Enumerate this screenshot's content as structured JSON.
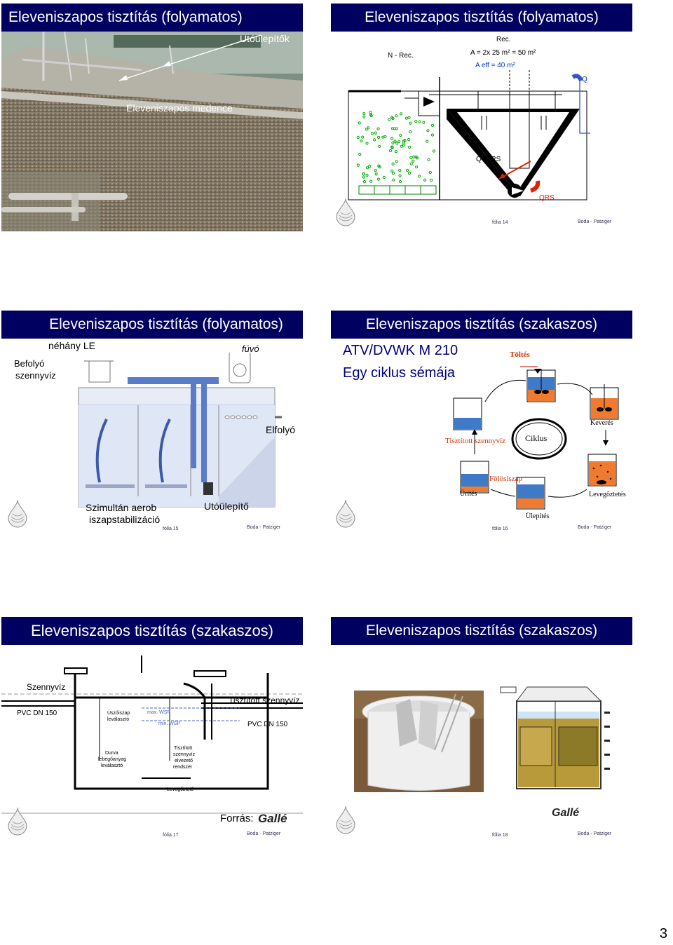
{
  "slides": [
    {
      "title": "Eleveniszapos tisztítás (folyamatos)",
      "labels": {
        "utoulepitok": "Utóülepítők",
        "medence": "Eleveniszapos medence"
      }
    },
    {
      "title": "Eleveniszapos tisztítás (folyamatos)",
      "labels": {
        "rec": "Rec.",
        "nrec": "N - Rec.",
        "area": "A = 2x 25 m² = 50 m²",
        "aeff": "A eff = 40 m²",
        "q": "Q",
        "qqrs": "Q+QRS",
        "qrs": "QRS"
      },
      "foil": "fólia 14",
      "author": "Boda - Patziger"
    },
    {
      "title": "Eleveniszapos tisztítás (folyamatos)",
      "labels": {
        "nehany": "néhány LE",
        "fuvo": "fúvó",
        "befolyo": "Befolyó",
        "szennyviz": "szennyvíz",
        "elfolyo": "Elfolyó",
        "szimultan": "Szimultán aerob",
        "iszapstab": "iszapstabilizáció",
        "utoulepito": "Utóülepítő"
      },
      "foil": "fólia 15",
      "author": "Boda - Patziger"
    },
    {
      "title": "Eleveniszapos tisztítás (szakaszos)",
      "labels": {
        "atv": "ATV/DVWK M 210",
        "egy": "Egy ciklus sémája",
        "toltes": "Töltés",
        "keveres": "Keverés",
        "tisztitott": "Tisztított szennyvíz",
        "ciklus": "Ciklus",
        "folosiszap": "Fölösiszap",
        "urites": "Ürítés",
        "levegoztetes": "Levegőztetés",
        "ulepites": "Ülepítés"
      },
      "foil": "fólia 16",
      "author": "Boda - Patziger"
    },
    {
      "title": "Eleveniszapos tisztítás (szakaszos)",
      "labels": {
        "szennyviz": "Szennyvíz",
        "pvc1": "PVC DN 150",
        "uszo1": "Úszóiszap",
        "uszo2": "leválasztó",
        "max": "max. WSP",
        "min": "min. WSP",
        "tiszt": "Tisztított szennyvíz",
        "pvc2": "PVC DN 150",
        "durva1": "Durva",
        "durva2": "lebegőanyag",
        "durva3": "leválasztó",
        "elv1": "Tisztított",
        "elv2": "szennyvíz",
        "elv3": "elvezető",
        "elv4": "rendszer",
        "levego": "Levegőztető",
        "forras": "Forrás:",
        "galle": "Gallé"
      },
      "foil": "fólia 17",
      "author": "Boda - Patziger"
    },
    {
      "title": "Eleveniszapos tisztítás (szakaszos)",
      "labels": {
        "galle": "Gallé"
      },
      "foil": "fólia 18",
      "author": "Boda - Patziger"
    }
  ],
  "page_number": "3"
}
